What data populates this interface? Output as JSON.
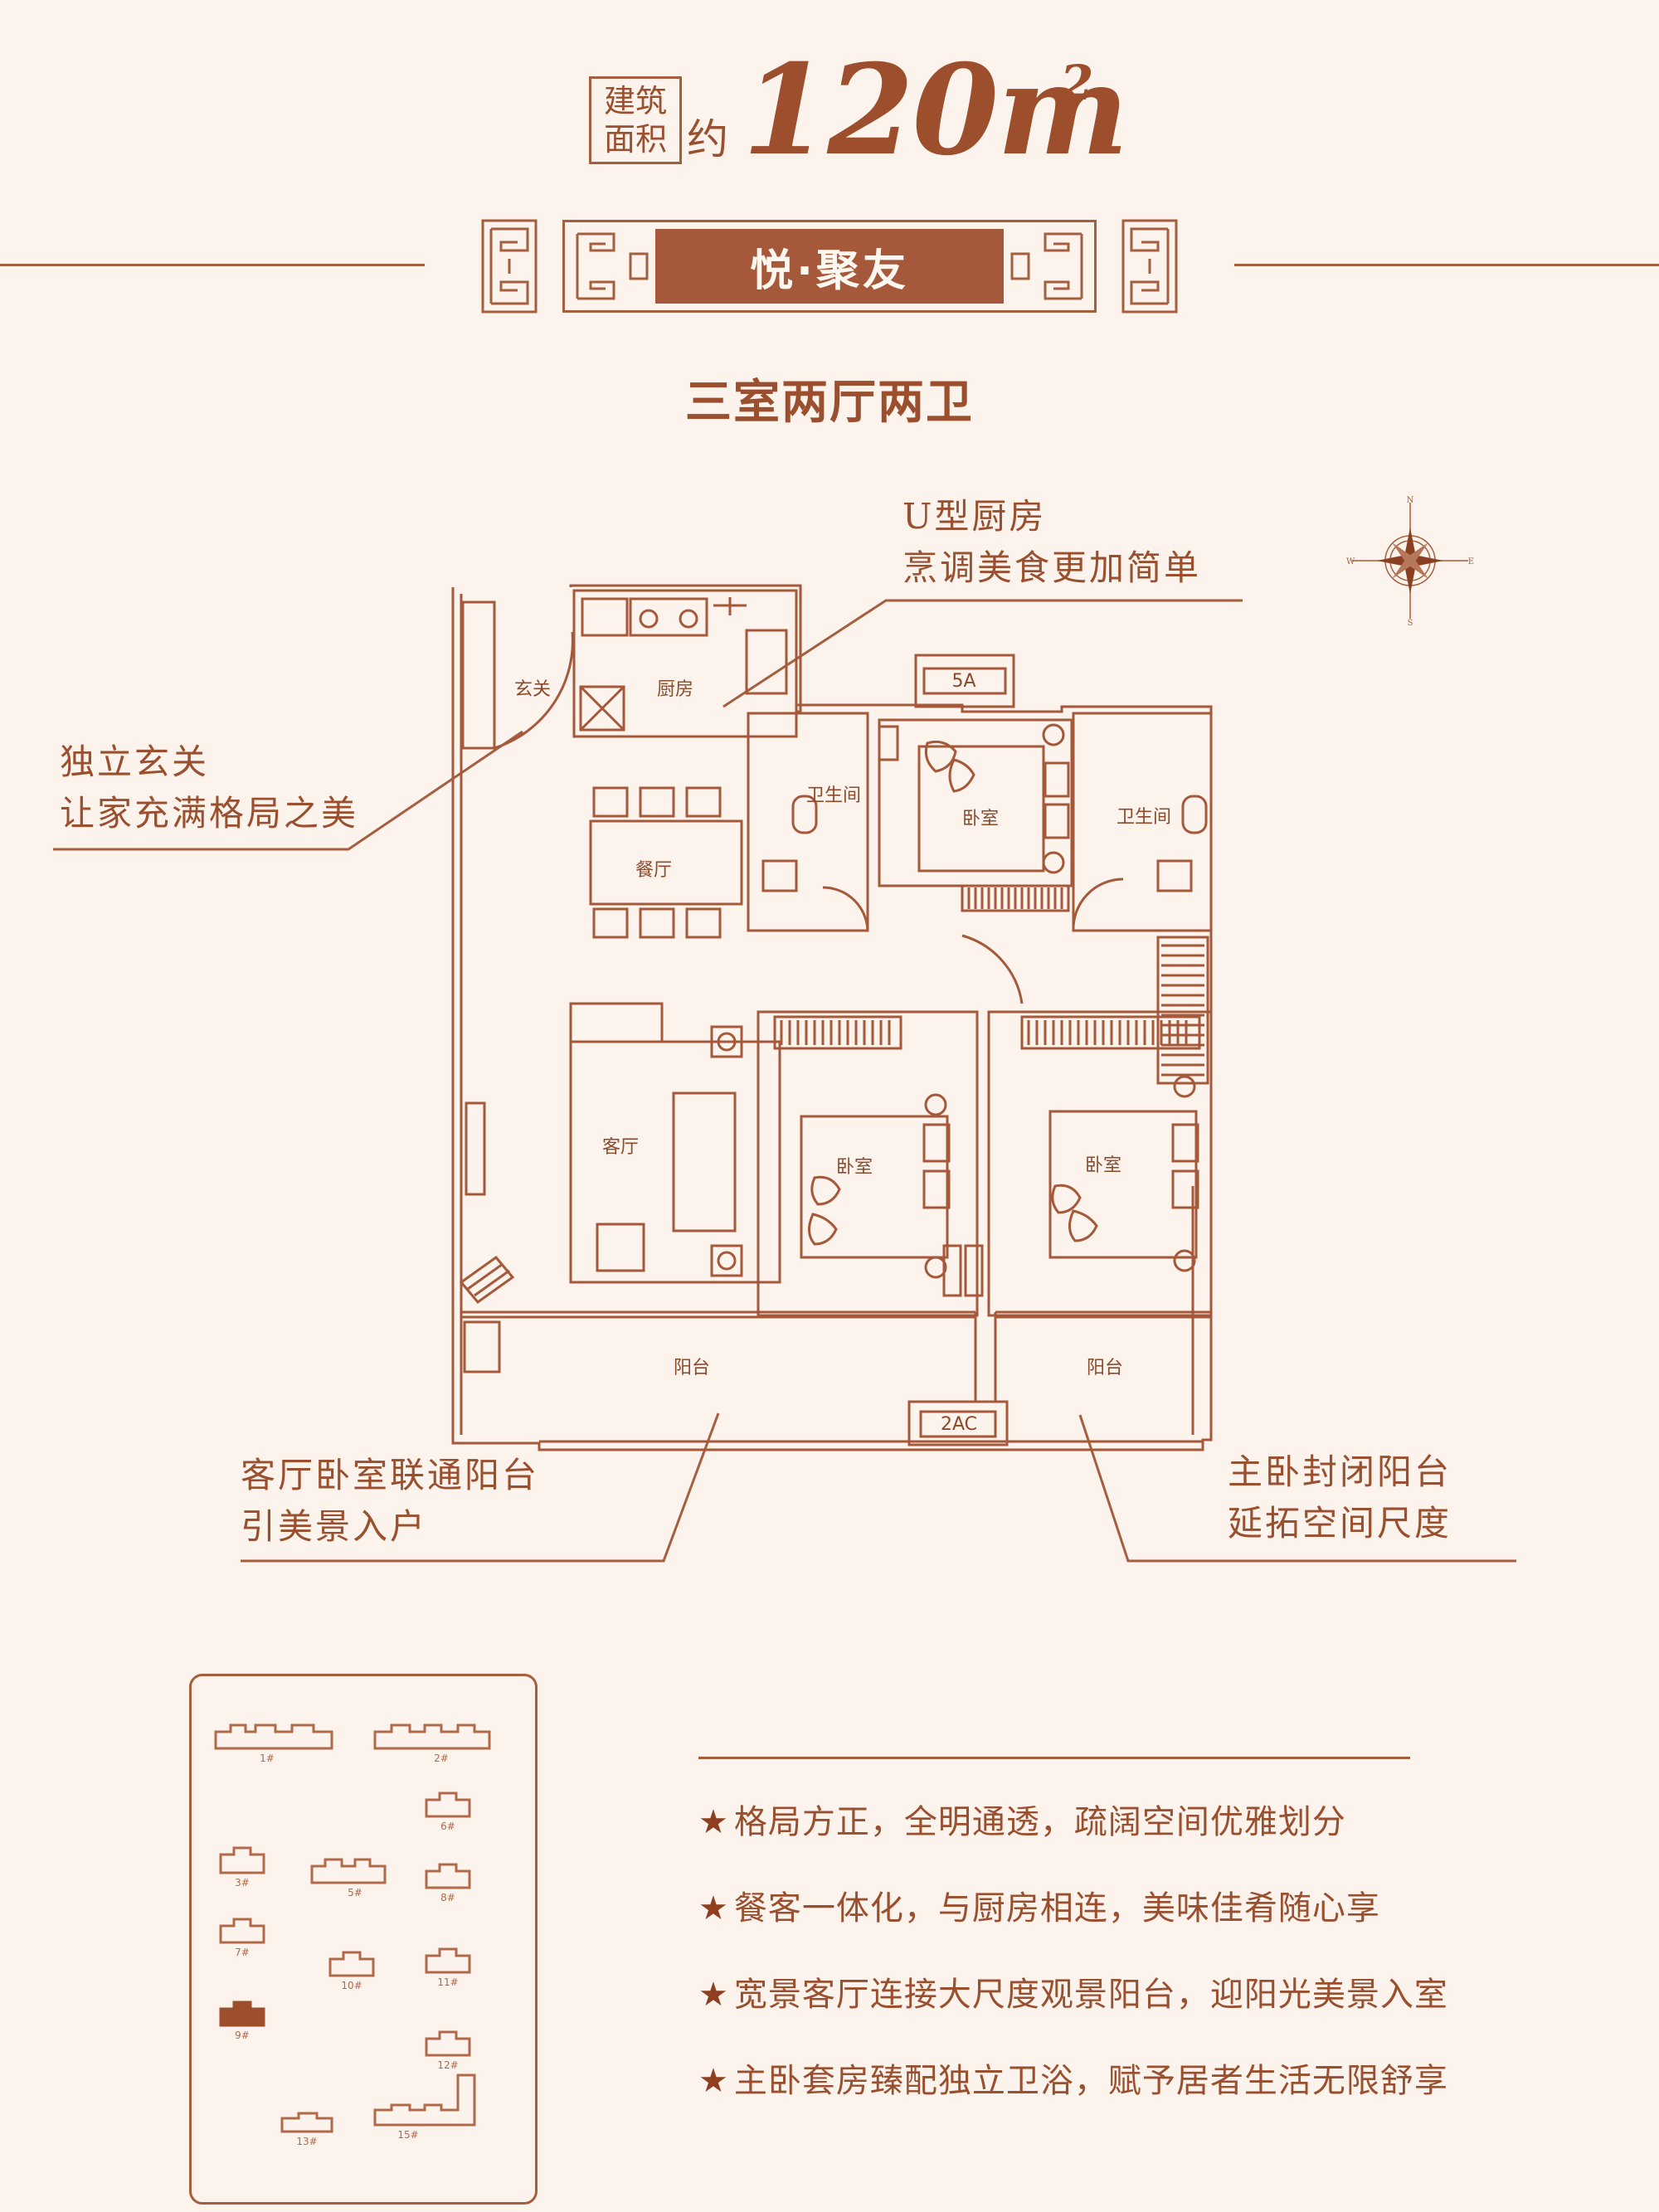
{
  "header": {
    "area_tag_line1": "建筑",
    "area_tag_line2": "面积",
    "about": "约",
    "area_value": "120m",
    "area_unit_sup": "2"
  },
  "banner": {
    "title": "悦·聚友"
  },
  "layout_type": "三室两厅两卫",
  "compass": {
    "n": "N",
    "s": "S",
    "e": "E",
    "w": "W"
  },
  "callouts": {
    "kitchen": [
      "U型厨房",
      "烹调美食更加简单"
    ],
    "foyer": [
      "独立玄关",
      "让家充满格局之美"
    ],
    "balcony_left": [
      "客厅卧室联通阳台",
      "引美景入户"
    ],
    "balcony_right": [
      "主卧封闭阳台",
      "延拓空间尺度"
    ]
  },
  "floorplan": {
    "rooms": {
      "foyer": "玄关",
      "kitchen": "厨房",
      "dining": "餐厅",
      "bath1": "卫生间",
      "bath2": "卫生间",
      "bedroom_top": "卧室",
      "living": "客厅",
      "bedroom_mid": "卧室",
      "bedroom_master": "卧室",
      "balcony_left": "阳台",
      "balcony_right": "阳台"
    },
    "ac_top": "5A",
    "ac_bottom": "2AC"
  },
  "sitemap": {
    "buildings": [
      "1#",
      "2#",
      "3#",
      "5#",
      "6#",
      "7#",
      "8#",
      "9#",
      "10#",
      "11#",
      "12#",
      "13#",
      "15#"
    ],
    "highlighted": "9#"
  },
  "features": [
    "格局方正，全明通透，疏阔空间优雅划分",
    "餐客一体化，与厨房相连，美味佳肴随心享",
    "宽景客厅连接大尺度观景阳台，迎阳光美景入室",
    "主卧套房臻配独立卫浴，赋予居者生活无限舒享"
  ],
  "feature_star": "★",
  "colors": {
    "background": "#fbf3ec",
    "accent": "#a5583a",
    "line": "#a55f3f",
    "text": "#9a4f2f"
  }
}
